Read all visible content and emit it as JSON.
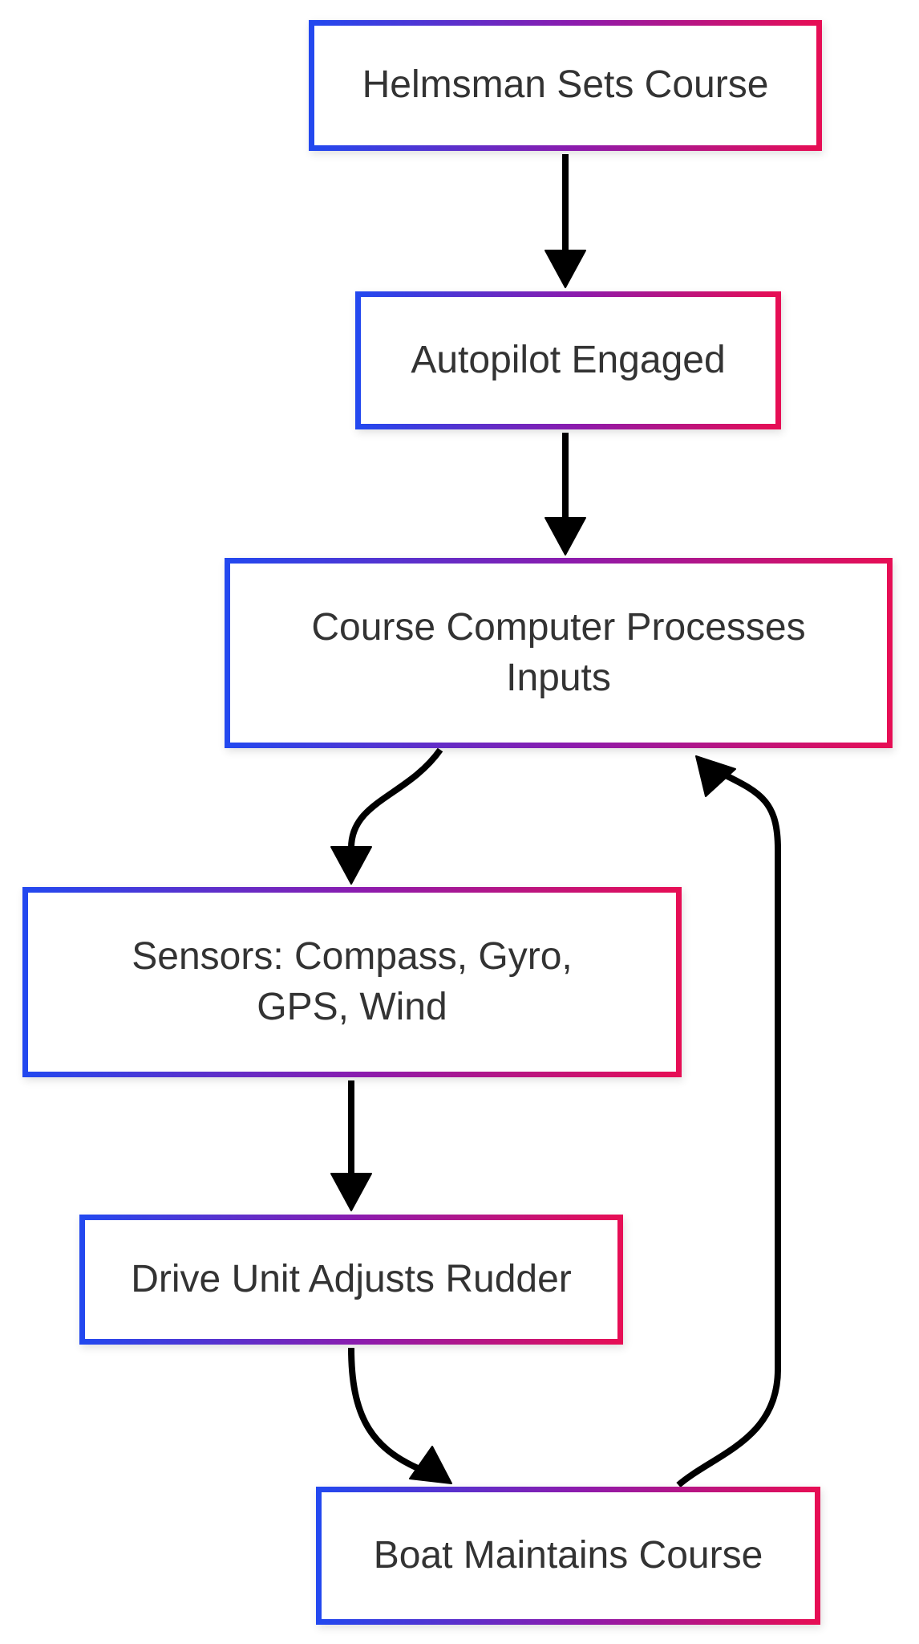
{
  "diagram": {
    "type": "flowchart",
    "direction": "top-down",
    "colors": {
      "background": "#ffffff",
      "node_fill": "#ffffff",
      "text": "#333333",
      "arrow": "#000000",
      "border_gradient_start": "#2348ef",
      "border_gradient_mid": "#8c1bad",
      "border_gradient_end": "#e60e55"
    },
    "nodes": [
      {
        "id": "helmsman",
        "label": "Helmsman Sets Course",
        "lines": [
          "Helmsman Sets Course"
        ]
      },
      {
        "id": "autopilot",
        "label": "Autopilot Engaged",
        "lines": [
          "Autopilot Engaged"
        ]
      },
      {
        "id": "course-computer",
        "label": "Course Computer Processes Inputs",
        "lines": [
          "Course Computer Processes",
          "Inputs"
        ]
      },
      {
        "id": "sensors",
        "label": "Sensors: Compass, Gyro, GPS, Wind",
        "lines": [
          "Sensors: Compass, Gyro,",
          "GPS, Wind"
        ]
      },
      {
        "id": "drive-unit",
        "label": "Drive Unit Adjusts Rudder",
        "lines": [
          "Drive Unit Adjusts Rudder"
        ]
      },
      {
        "id": "boat",
        "label": "Boat Maintains Course",
        "lines": [
          "Boat Maintains Course"
        ]
      }
    ],
    "edges": [
      {
        "from": "helmsman",
        "to": "autopilot",
        "style": "straight-down"
      },
      {
        "from": "autopilot",
        "to": "course-computer",
        "style": "straight-down"
      },
      {
        "from": "course-computer",
        "to": "sensors",
        "style": "curved-down-left"
      },
      {
        "from": "sensors",
        "to": "drive-unit",
        "style": "straight-down"
      },
      {
        "from": "drive-unit",
        "to": "boat",
        "style": "curved-down-right"
      },
      {
        "from": "boat",
        "to": "course-computer",
        "style": "feedback-loop-right-side-up"
      }
    ]
  }
}
